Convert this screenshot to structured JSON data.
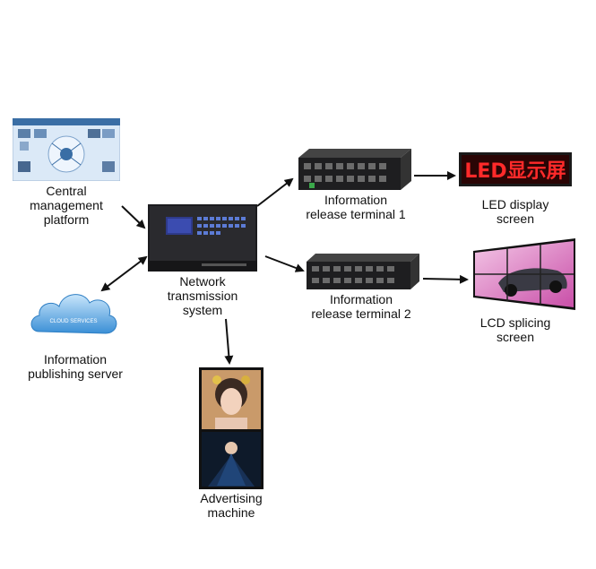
{
  "nodes": {
    "central": {
      "line1": "Central",
      "line2": "management",
      "line3": "platform"
    },
    "network": {
      "line1": "Network",
      "line2": "transmission",
      "line3": "system"
    },
    "server": {
      "line1": "Information",
      "line2": "publishing server"
    },
    "advertising": {
      "line1": "Advertising",
      "line2": "machine"
    },
    "terminal1": {
      "line1": "Information",
      "line2": "release terminal 1"
    },
    "terminal2": {
      "line1": "Information",
      "line2": "release terminal 2"
    },
    "led": {
      "line1": "LED display",
      "line2": "screen",
      "sign_text": "LED显示屏"
    },
    "lcd": {
      "line1": "LCD splicing",
      "line2": "screen"
    },
    "cloud": {
      "text": "CLOUD SERVICES"
    }
  }
}
